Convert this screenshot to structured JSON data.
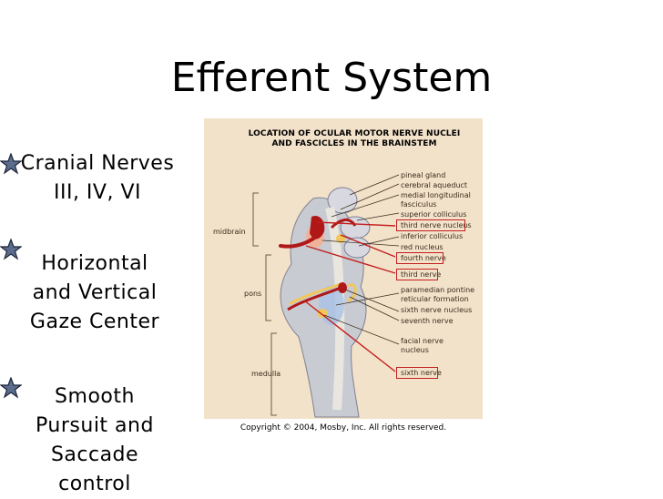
{
  "slide": {
    "title": "Efferent System"
  },
  "bullets": [
    {
      "lines": [
        "Cranial Nerves",
        "III, IV, VI"
      ]
    },
    {
      "lines": [
        "Horizontal",
        "and Vertical",
        "Gaze Center"
      ]
    },
    {
      "lines": [
        "Smooth",
        "Pursuit  and",
        "Saccade",
        "control"
      ]
    }
  ],
  "figure": {
    "caption_line1": "LOCATION OF OCULAR MOTOR NERVE NUCLEI",
    "caption_line2": "AND FASCICLES IN THE BRAINSTEM",
    "regions": [
      "midbrain",
      "pons",
      "medulla"
    ],
    "labels": [
      "pineal gland",
      "cerebral aqueduct",
      "medial longitudinal",
      "fasciculus",
      "superior colliculus",
      "third nerve nucleus",
      "inferior colliculus",
      "red nucleus",
      "fourth nerve",
      "third nerve",
      "paramedian pontine",
      "reticular formation",
      "sixth nerve nucleus",
      "seventh nerve",
      "facial nerve",
      "nucleus",
      "sixth nerve"
    ],
    "copyright": "Copyright © 2004, Mosby, Inc. All rights reserved."
  },
  "colors": {
    "star_fill": "#5b6c8f",
    "highlight_box": "#c21f1f",
    "nerve_red": "#b01818",
    "figure_bg": "#f3e2ca"
  }
}
